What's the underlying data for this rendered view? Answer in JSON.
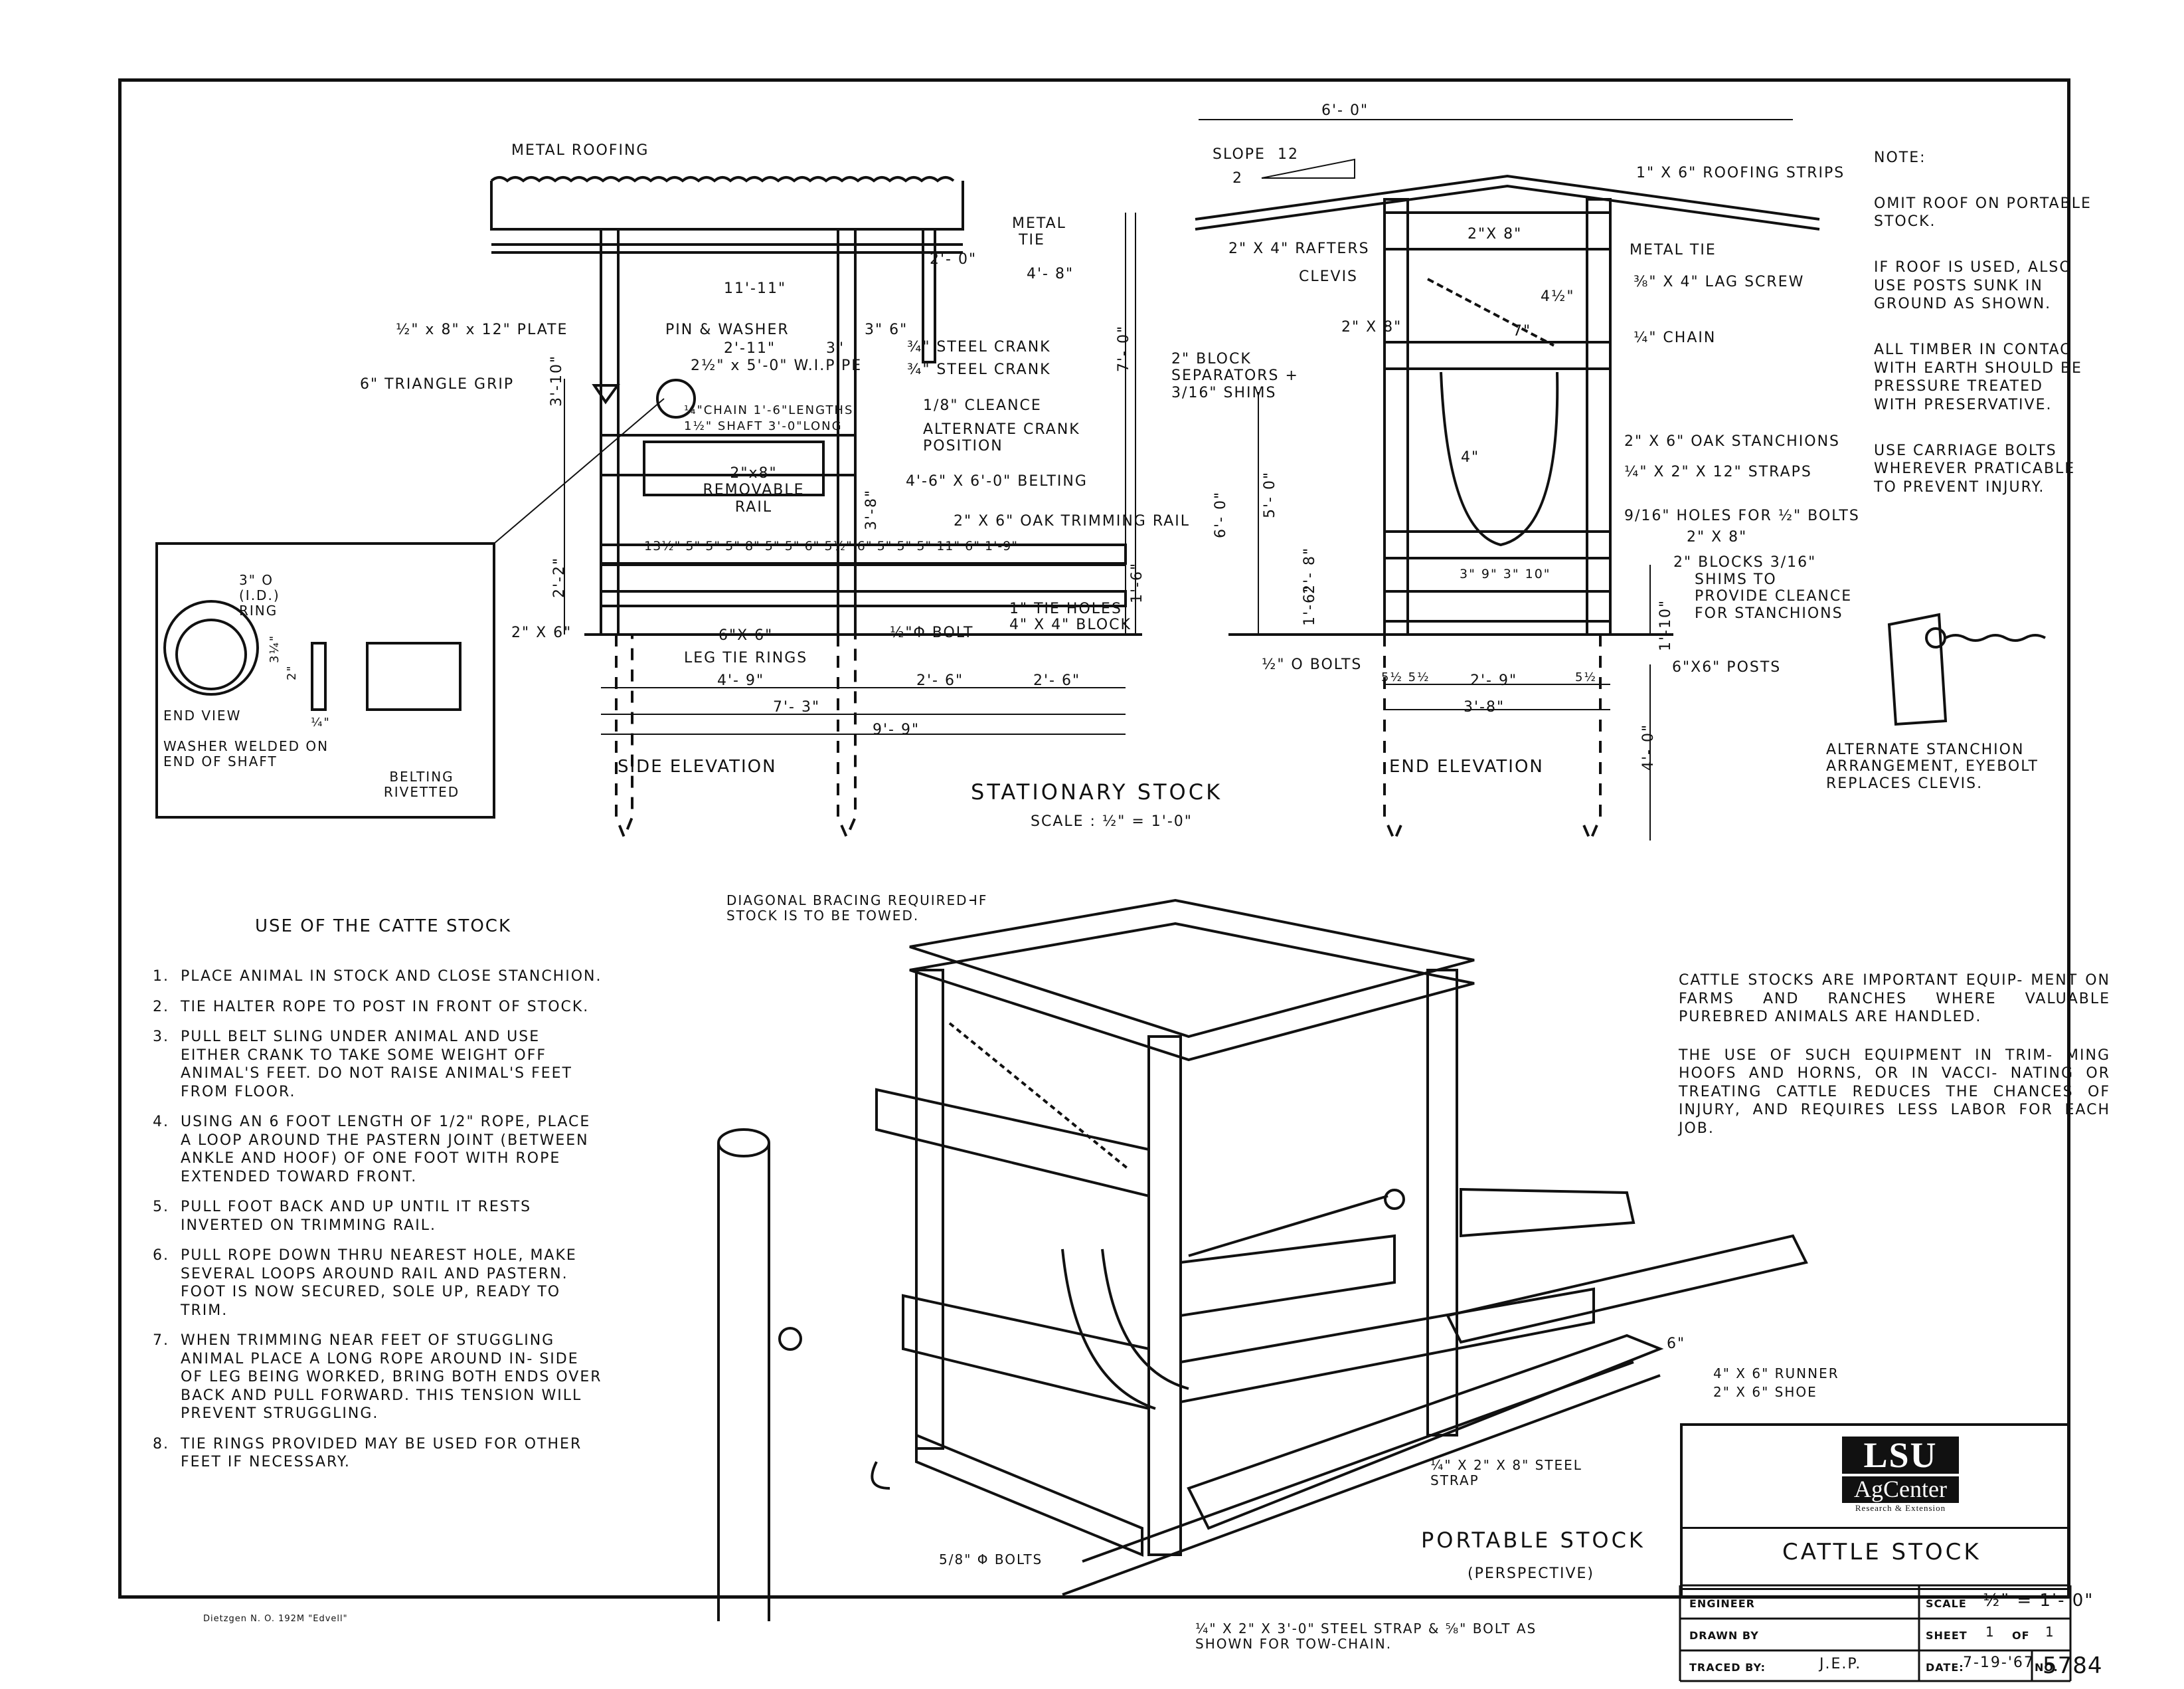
{
  "header": {
    "printer_mark": "Dietzgen N. O. 192M \"Edvell\""
  },
  "notes": {
    "heading": "NOTE:",
    "items": [
      "OMIT ROOF ON PORTABLE STOCK.",
      "IF ROOF IS USED, ALSO USE POSTS SUNK IN GROUND AS SHOWN.",
      "ALL TIMBER IN CONTAC WITH EARTH SHOULD BE PRESSURE TREATED WITH PRESERVATIVE.",
      "USE CARRIAGE BOLTS WHEREVER PRATICABLE TO PREVENT INJURY."
    ]
  },
  "stationary": {
    "title": "STATIONARY STOCK",
    "scale": "SCALE : ½\" = 1'-0\"",
    "side_elevation": "SIDE ELEVATION",
    "end_elevation": "END ELEVATION"
  },
  "side_labels": {
    "metal_roofing": "METAL ROOFING",
    "metal_tie": "METAL TIE",
    "dim_2_0": "2'- 0\"",
    "dim_4_8": "4'- 8\"",
    "dim_11_11": "11'-11\"",
    "plate": "½\" x 8\" x 12\" PLATE",
    "pin_washer": "PIN & WASHER",
    "dim_2_11": "2'-11\"",
    "dim_3": "3\"",
    "dim_3_6": "3\" 6\"",
    "pipe": "2½\" x 5'-0\" W.I.PIPE",
    "steel_crank_1": "¾\" STEEL CRANK",
    "steel_crank_2": "¾\" STEEL CRANK",
    "triangle_grip": "6\" TRIANGLE GRIP",
    "chain_lengths": "¼\"CHAIN 1'-6\"LENGTHS",
    "shaft": "1½\" SHAFT 3'-0\"LONG",
    "clearance": "1/8\" CLEANCE",
    "alt_crank": "ALTERNATE CRANK POSITION",
    "removable_rail": "2\"x8\" REMOVABLE RAIL",
    "belting": "4'-6\" X 6'-0\" BELTING",
    "trimming_rail": "2\" X 6\" OAK TRIMMING RAIL",
    "dim_3_10": "3'-10\"",
    "dim_3_8": "3'-8\"",
    "spacing": "13½\" 5\" 5\" 5\" 8\" 5\" 5\" 6\" 5½\" 6\" 5\" 5\" 5\" 11\" 6\" 1'-9\"",
    "dim_2_2": "2'-2\"",
    "dim_1_6": "1'-6\"",
    "tie_holes": "1\" TIE HOLES",
    "block": "4\" X 4\" BLOCK",
    "member_2x6": "2\" X 6\"",
    "member_6x6": "6\"X 6\"",
    "bolt_half": "½\"Φ BOLT",
    "leg_tie_rings": "LEG TIE RINGS",
    "dim_4_9": "4'- 9\"",
    "dim_2_6a": "2'- 6\"",
    "dim_2_6b": "2'- 6\"",
    "dim_7_3": "7'- 3\"",
    "dim_9_9": "9'- 9\""
  },
  "end_labels": {
    "dim_6_0": "6'- 0\"",
    "slope": "SLOPE",
    "slope_12": "12",
    "slope_2": "2",
    "roofing_strips": "1\" X 6\" ROOFING STRIPS",
    "rafters": "2\" X 4\" RAFTERS",
    "top_2x8": "2\"X 8\"",
    "metal_tie": "METAL TIE",
    "clevis": "CLEVIS",
    "lag_screw": "⅜\" X 4\" LAG SCREW",
    "dim_4_5": "4½\"",
    "m_2x8": "2\" X 8\"",
    "dim_7": "7\"",
    "chain": "¼\" CHAIN",
    "block_sep": "2\" BLOCK SEPARATORS + 3/16\" SHIMS",
    "dim_7_0": "7'- 0\"",
    "oak_stanchions": "2\" X 6\" OAK STANCHIONS",
    "straps": "¼\" X 2\" X 12\" STRAPS",
    "angle": "4\"",
    "dim_6_0v": "6'- 0\"",
    "dim_5_0": "5'- 0\"",
    "holes": "9/16\" HOLES FOR ½\" BOLTS",
    "m_2x8b": "2\" X 8\"",
    "blocks": "2\" BLOCKS 3/16\"",
    "shims": "SHIMS TO PROVIDE CLEANCE FOR STANCHIONS",
    "dims_3_9_3": "3\" 9\" 3\" 10\"",
    "dim_2_8": "2'- 8\"",
    "dim_1_6": "1'-6\"",
    "dim_1_10": "1'-10\"",
    "bolts_half": "½\" O BOLTS",
    "small_dims": "5½ 5½",
    "dim_5half": "5½",
    "dim_2_9": "2'- 9\"",
    "posts": "6\"X6\" POSTS",
    "dim_3_8": "3'-8\"",
    "dim_4_0": "4'- 0\""
  },
  "detail": {
    "ring": "3\" O (I.D.) RING",
    "dim_3_14": "3¼\"",
    "dim_2": "2\"",
    "dim_quarter": "¼\"",
    "end_view": "END VIEW",
    "washer": "WASHER WELDED ON END OF SHAFT",
    "belting": "BELTING RIVETTED"
  },
  "alt_stanchion": "ALTERNATE STANCHION ARRANGEMENT, EYEBOLT REPLACES CLEVIS.",
  "use_section": {
    "heading": "USE OF THE CATTE STOCK",
    "steps": [
      {
        "n": "1.",
        "text": "PLACE ANIMAL IN STOCK AND CLOSE STANCHION."
      },
      {
        "n": "2.",
        "text": "TIE HALTER ROPE TO POST IN FRONT OF STOCK."
      },
      {
        "n": "3.",
        "text": "PULL BELT SLING UNDER ANIMAL AND USE EITHER CRANK TO TAKE SOME WEIGHT OFF ANIMAL'S FEET. DO NOT RAISE ANIMAL'S FEET FROM FLOOR."
      },
      {
        "n": "4.",
        "text": "USING AN 6 FOOT LENGTH OF 1/2\" ROPE, PLACE A LOOP AROUND THE PASTERN JOINT (BETWEEN ANKLE AND HOOF) OF ONE FOOT WITH ROPE EXTENDED TOWARD FRONT."
      },
      {
        "n": "5.",
        "text": "PULL FOOT BACK AND UP UNTIL IT RESTS INVERTED ON TRIMMING RAIL."
      },
      {
        "n": "6.",
        "text": "PULL ROPE DOWN THRU NEAREST HOLE, MAKE SEVERAL LOOPS AROUND RAIL AND PASTERN. FOOT IS NOW SECURED, SOLE UP, READY TO TRIM."
      },
      {
        "n": "7.",
        "text": "WHEN TRIMMING NEAR FEET OF STUGGLING ANIMAL PLACE A LONG ROPE AROUND IN- SIDE OF LEG BEING WORKED, BRING BOTH ENDS OVER BACK AND PULL FORWARD. THIS TENSION WILL PREVENT STRUGGLING."
      },
      {
        "n": "8.",
        "text": "TIE RINGS PROVIDED MAY BE USED FOR OTHER FEET IF NECESSARY."
      }
    ]
  },
  "portable": {
    "title": "PORTABLE STOCK",
    "subtitle": "(PERSPECTIVE)",
    "bracing": "DIAGONAL BRACING REQUIRED IF STOCK IS TO BE TOWED.",
    "dim_6": "6\"",
    "runner": "4\" X 6\" RUNNER",
    "shoe": "2\" X 6\" SHOE",
    "steel_strap": "¼\" X 2\" X 8\" STEEL STRAP",
    "bolts": "5/8\" Φ BOLTS",
    "tow_strap": "¼\" X 2\" X 3'-0\" STEEL STRAP & ⅝\" BOLT AS SHOWN FOR TOW-CHAIN."
  },
  "description": [
    "CATTLE STOCKS ARE IMPORTANT EQUIP- MENT ON FARMS AND RANCHES WHERE VALUABLE PUREBRED ANIMALS ARE HANDLED.",
    "THE USE OF SUCH EQUIPMENT IN TRIM- MING HOOFS AND HORNS, OR IN VACCI- NATING OR TREATING CATTLE REDUCES THE CHANCES OF INJURY, AND REQUIRES LESS LABOR FOR EACH JOB."
  ],
  "title_block": {
    "logo_main": "LSU",
    "logo_sub": "AgCenter",
    "logo_tag": "Research & Extension",
    "drawing_title": "CATTLE STOCK",
    "engineer_label": "ENGINEER",
    "scale_label": "SCALE",
    "scale_value": "½\" = 1'- 0\"",
    "drawn_label": "DRAWN BY",
    "sheet_label": "SHEET",
    "sheet_value": "1",
    "of_label": "OF",
    "of_value": "1",
    "traced_label": "TRACED BY:",
    "traced_value": "J.E.P.",
    "date_label": "DATE:",
    "date_value": "7-19-'67",
    "no_label": "NO.",
    "no_value": "5784"
  }
}
